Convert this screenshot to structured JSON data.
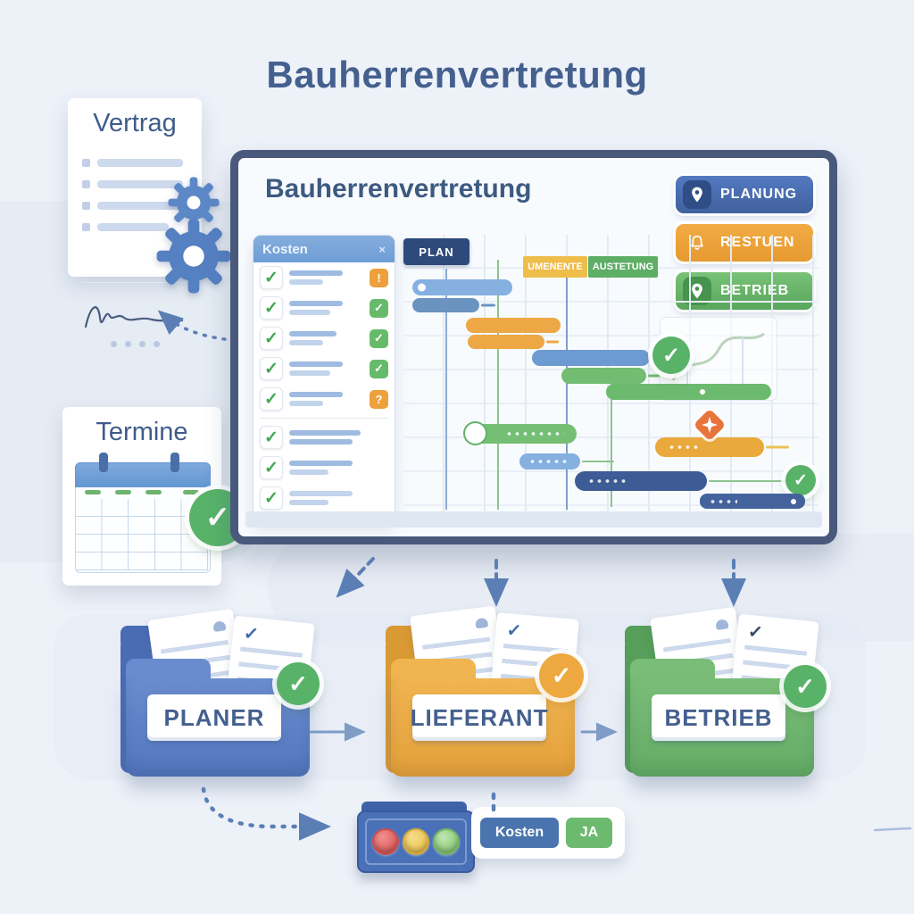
{
  "page_title": "Bauherrenvertretung",
  "vertrag": {
    "title": "Vertrag"
  },
  "termine": {
    "title": "Termine"
  },
  "screen": {
    "title": "Bauherrenvertretung",
    "buttons": [
      {
        "label": "PLANUNG",
        "color": "#4a71b8",
        "icon": "location-pin"
      },
      {
        "label": "RESTUEN",
        "color": "#eda23c",
        "icon": "bell"
      },
      {
        "label": "BETRIEB",
        "color": "#5cb96a",
        "icon": "location-pin"
      }
    ],
    "checklist": {
      "title": "Kosten",
      "close_glyph": "×",
      "items": [
        {
          "badge": "!"
        },
        {
          "badge": "✓"
        },
        {
          "badge": "✓"
        },
        {
          "badge": "✓"
        },
        {
          "badge": "?"
        }
      ]
    },
    "gantt": {
      "column_labels": [
        "PLAN",
        "UMENENTE",
        "AUSTETUNG"
      ]
    }
  },
  "folders": [
    {
      "label": "PLANER",
      "color": "#5d80c6"
    },
    {
      "label": "LIEFERANT",
      "color": "#eeb14e"
    },
    {
      "label": "BETRIEB",
      "color": "#6db36b"
    }
  ],
  "status_bar": {
    "badges": [
      {
        "label": "Kosten",
        "color": "#4a74ad"
      },
      {
        "label": "JA",
        "color": "#6cba6e"
      }
    ]
  },
  "icons": {
    "check": "✓",
    "warning": "!",
    "question": "?",
    "close": "×"
  },
  "colors": {
    "background": "#edf1f8",
    "title_text": "#44608f",
    "frame_navy": "#49597c",
    "accent_blue": "#4a71b8",
    "accent_orange": "#eda23c",
    "accent_green": "#5cb96a",
    "light_red": "#e2635f",
    "light_yellow": "#ecc44f",
    "light_green": "#8ccc7a"
  }
}
